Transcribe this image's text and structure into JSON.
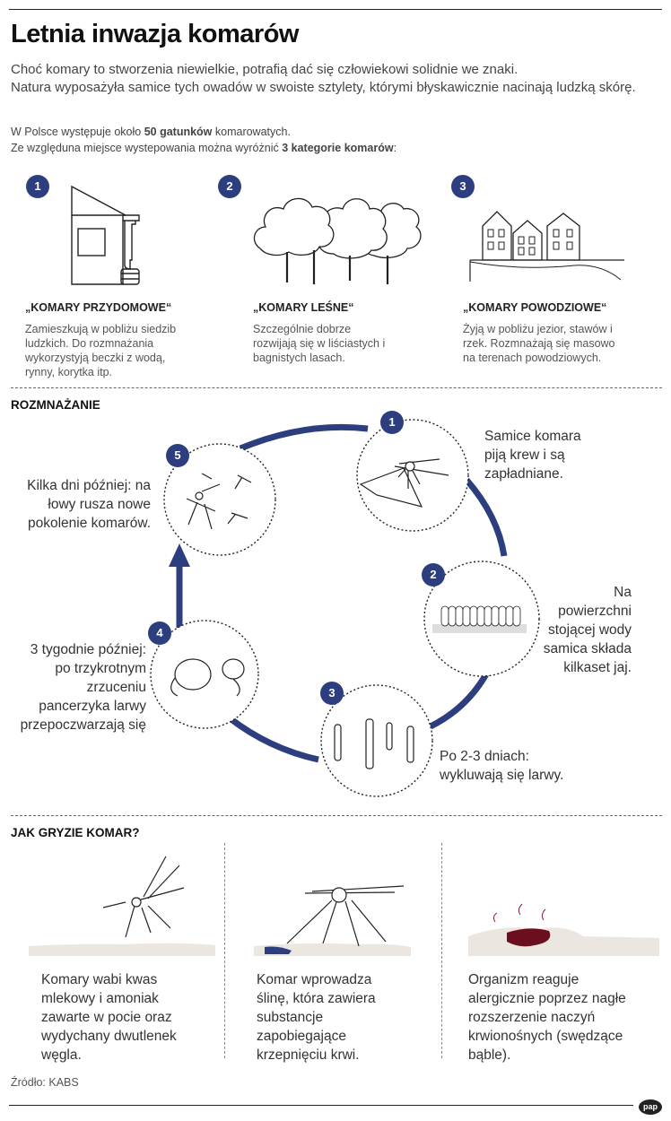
{
  "title": "Letnia inwazja komarów",
  "lead": {
    "line1": "Choć komary to stworzenia niewielkie, potrafią dać się człowiekowi solidnie we znaki.",
    "line2": "Natura wyposażyła samice tych owadów w swoiste sztylety, którymi błyskawicznie nacinają ludzką skórę."
  },
  "intro": {
    "line1_a": "W Polsce występuje około ",
    "line1_b": "50 gatunków",
    "line1_c": " komarowatych.",
    "line2_a": "Ze względuna miejsce wystepowania można wyróżnić ",
    "line2_b": "3 kategorie komarów",
    "line2_c": ":"
  },
  "categories": [
    {
      "num": "1",
      "title": "„KOMARY PRZYDOMOWE“",
      "desc": "Zamieszkują w pobliżu siedzib ludzkich. Do rozmnażania wykorzystyją beczki z wodą, rynny, korytka itp."
    },
    {
      "num": "2",
      "title": "„KOMARY LEŚNE“",
      "desc": "Szczególnie dobrze rozwijają się w liściastych i bagnistych lasach."
    },
    {
      "num": "3",
      "title": "„KOMARY POWODZIOWE“",
      "desc": "Żyją w pobliżu jezior, stawów i rzek. Rozmnażają się masowo na terenach powodziowych."
    }
  ],
  "reproduction": {
    "heading": "ROZMNAŻANIE",
    "stages": [
      {
        "num": "1",
        "text": "Samice komara piją krew i są zapładniane."
      },
      {
        "num": "2",
        "text": "Na powierzchni stojącej wody samica składa kilkaset jaj."
      },
      {
        "num": "3",
        "text": "Po 2-3 dniach: wykluwają się larwy."
      },
      {
        "num": "4",
        "text": "3 tygodnie później: po trzykrotnym zrzuceniu pancerzyka larwy przepoczwarzają się"
      },
      {
        "num": "5",
        "text": "Kilka dni później: na łowy rusza nowe pokolenie komarów."
      }
    ]
  },
  "bite": {
    "heading": "JAK GRYZIE KOMAR?",
    "steps": [
      {
        "text": "Komary wabi kwas mlekowy i amoniak zawarte w pocie oraz wydychany dwutlenek węgla."
      },
      {
        "text": "Komar wprowadza ślinę, która zawiera substancje zapobiegające krzepnięciu krwi."
      },
      {
        "text": "Organizm reaguje alergicznie poprzez nagłe rozszerzenie naczyń krwionośnych (swędzące bąble)."
      }
    ]
  },
  "source": "Źródło: KABS",
  "logo": "pap",
  "colors": {
    "accent": "#2c3e7e",
    "blood": "#6b0f1f",
    "skin": "#e9e4df"
  }
}
